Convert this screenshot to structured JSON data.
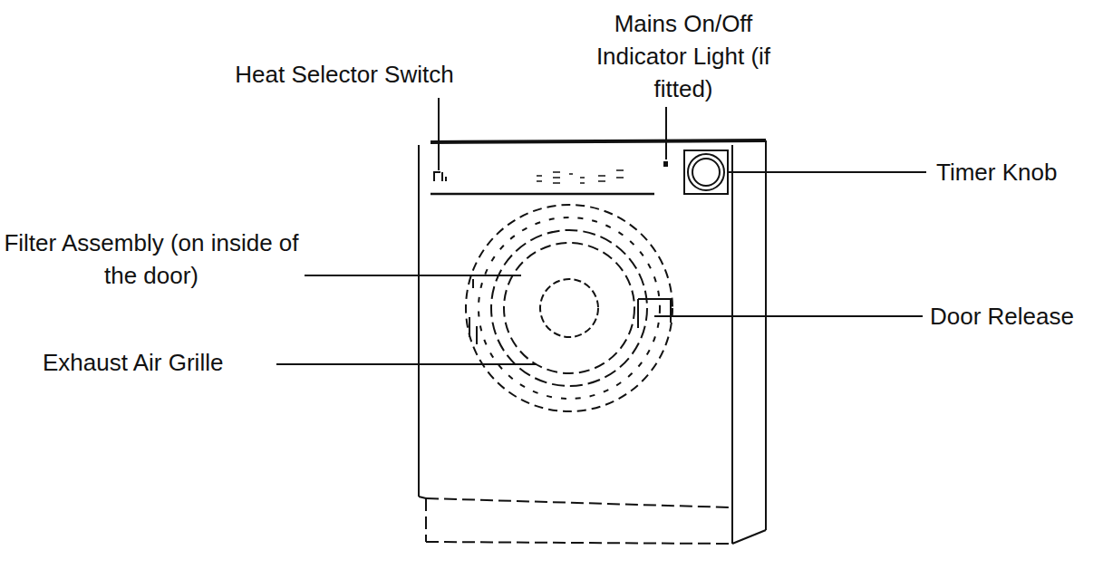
{
  "diagram": {
    "labels": [
      "Heat Selector Switch",
      "Mains On/Off Indicator Light (if fitted)",
      "Timer Knob",
      "Filter Assembly (on inside of the door)",
      "Exhaust Air Grille",
      "Door Release"
    ]
  }
}
